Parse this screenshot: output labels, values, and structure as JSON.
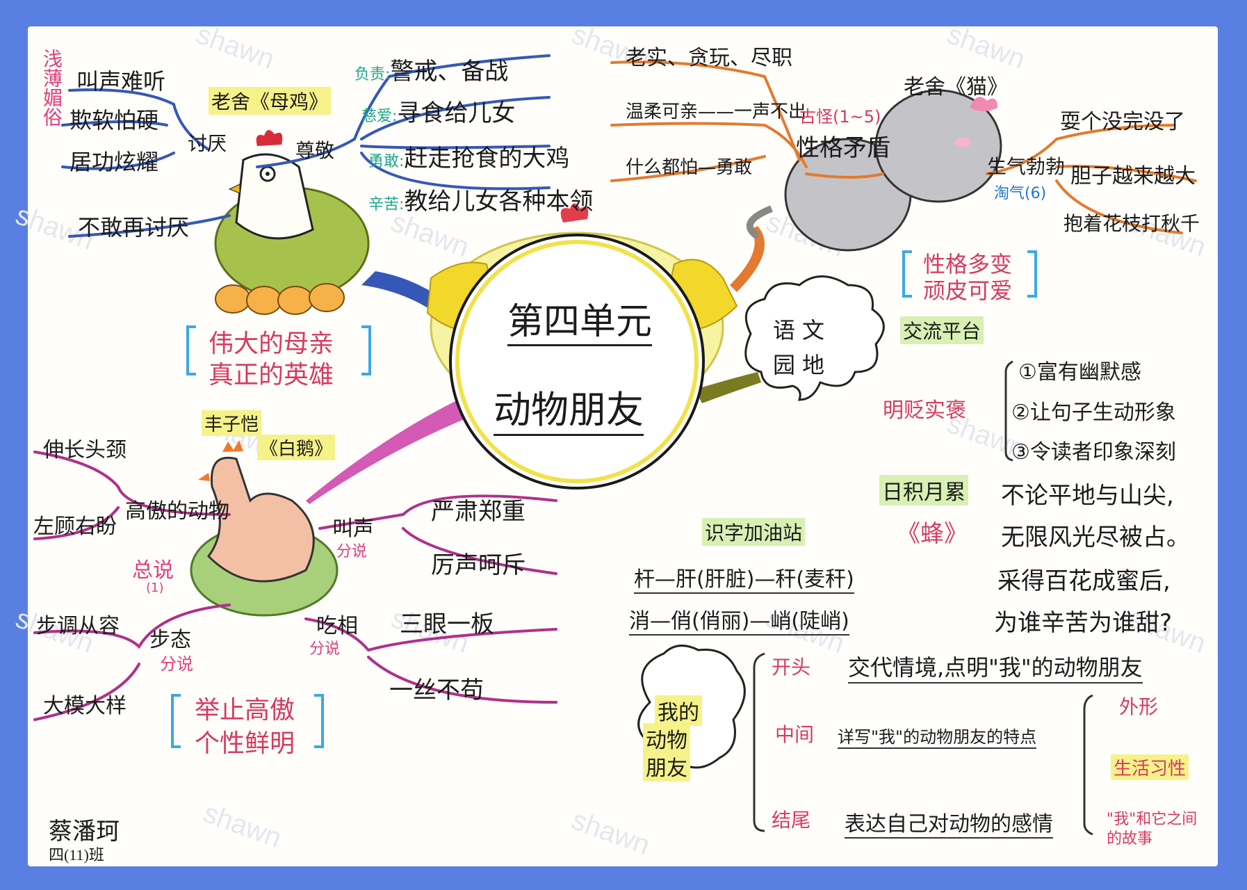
{
  "center": {
    "line1": "第四单元",
    "line2": "动物朋友"
  },
  "hen": {
    "author": "老舍《母鸡》",
    "traits_left_label": "浅薄媚俗",
    "left_items": [
      "叫声难听",
      "欺软怕硬",
      "居功炫耀"
    ],
    "hate": "讨厌",
    "no_longer": "不敢再讨厌",
    "respect": "尊敬",
    "right_items": [
      {
        "tag": "负责:",
        "text": "警戒、备战"
      },
      {
        "tag": "慈爱:",
        "text": "寻食给儿女"
      },
      {
        "tag": "勇敢:",
        "text": "赶走抢食的大鸡"
      },
      {
        "tag": "辛苦:",
        "text": "教给儿女各种本领"
      }
    ],
    "summary": [
      "伟大的母亲",
      "真正的英雄"
    ]
  },
  "cat": {
    "author": "老舍《猫》",
    "left_items": [
      "老实、贪玩、尽职",
      "温柔可亲——一声不出",
      "什么都怕—勇敢"
    ],
    "strange": "古怪(1~5)",
    "contradiction": "性格矛盾",
    "cute": "生气勃勃",
    "naughty": "淘气(6)",
    "right_items": [
      "耍个没完没了",
      "胆子越来越大",
      "抱着花枝打秋千"
    ],
    "summary": [
      "性格多变",
      "顽皮可爱"
    ]
  },
  "goose": {
    "author": "丰子恺",
    "title": "《白鹅》",
    "proud": "高傲的动物",
    "neck_items": [
      "伸长头颈",
      "左顾右盼"
    ],
    "general": "总说",
    "general_num": "(1)",
    "call": "叫声",
    "call_items": [
      "严肃郑重",
      "厉声呵斥"
    ],
    "split": "分说",
    "walk": "步态",
    "walk_items": [
      "步调从容",
      "大模大样"
    ],
    "eat": "吃相",
    "eat_items": [
      "三眼一板",
      "一丝不苟"
    ],
    "summary": [
      "举止高傲",
      "个性鲜明"
    ]
  },
  "garden": {
    "cloud": [
      "语文",
      "园地"
    ],
    "exchange": "交流平台",
    "understand": "明贬实褒",
    "understand_items": [
      "①富有幽默感",
      "②让句子生动形象",
      "③令读者印象深刻"
    ],
    "accumulate": "日积月累",
    "poem_title": "《蜂》",
    "poem": [
      "不论平地与山尖,",
      "无限风光尽被占。",
      "采得百花成蜜后,",
      "为谁辛苦为谁甜?"
    ],
    "literacy": "识字加油站",
    "literacy_items": [
      "杆—肝(肝脏)—秆(麦秆)",
      "消—俏(俏丽)—峭(陡峭)"
    ]
  },
  "writing": {
    "cloud": [
      "我的",
      "动物",
      "朋友"
    ],
    "rows": [
      {
        "tag": "开头",
        "text": "交代情境,点明\"我\"的动物朋友"
      },
      {
        "tag": "中间",
        "text": "详写\"我\"的动物朋友的特点"
      },
      {
        "tag": "结尾",
        "text": "表达自己对动物的感情"
      }
    ],
    "aspects": [
      "外形",
      "生活习性",
      "\"我\"和它之间的故事"
    ]
  },
  "signature": {
    "name": "蔡潘珂",
    "class": "四(11)班"
  },
  "colors": {
    "hen_branch": "#3558b8",
    "cat_branch": "#e37a2e",
    "goose_branch": "#b0308a",
    "bracket": "#3aa8e8",
    "frame": "#5a7fe2"
  }
}
